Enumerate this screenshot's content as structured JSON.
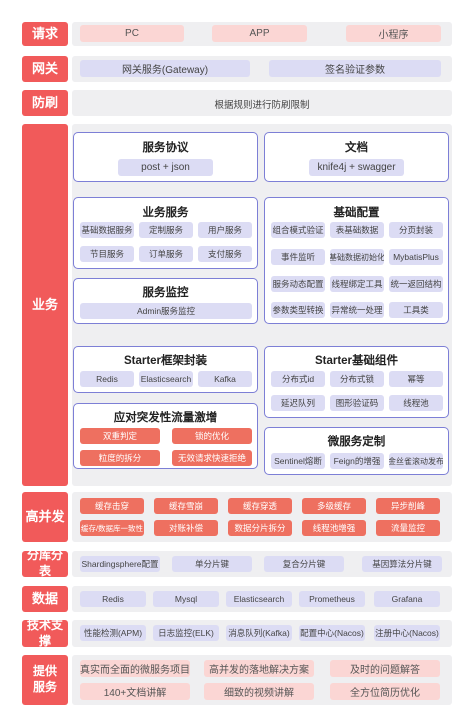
{
  "rows": {
    "request": {
      "label": "请求",
      "items": [
        "PC",
        "APP",
        "小程序"
      ]
    },
    "gateway": {
      "label": "网关",
      "items": [
        "网关服务(Gateway)",
        "签名验证参数"
      ]
    },
    "antibrush": {
      "label": "防刷",
      "text": "根据规则进行防刷限制"
    },
    "business": {
      "label": "业务",
      "service_protocol": {
        "title": "服务协议",
        "items": [
          "post + json"
        ]
      },
      "docs": {
        "title": "文档",
        "items": [
          "knife4j + swagger"
        ]
      },
      "business_service": {
        "title": "业务服务",
        "items": [
          "基础数据服务",
          "定制服务",
          "用户服务",
          "节目服务",
          "订单服务",
          "支付服务"
        ]
      },
      "service_monitor": {
        "title": "服务监控",
        "items": [
          "Admin服务监控"
        ]
      },
      "base_config": {
        "title": "基础配置",
        "items": [
          "组合模式验证",
          "表基础数据",
          "分页封装",
          "事件监听",
          "基础数据初始化",
          "MybatisPlus",
          "服务动态配置",
          "线程绑定工具",
          "统一返回结构",
          "参数类型转换",
          "异常统一处理",
          "工具类"
        ]
      },
      "starter_wrap": {
        "title": "Starter框架封装",
        "items": [
          "Redis",
          "Elasticsearch",
          "Kafka"
        ]
      },
      "starter_components": {
        "title": "Starter基础组件",
        "items": [
          "分布式id",
          "分布式锁",
          "幂等",
          "延迟队列",
          "图形验证码",
          "线程池"
        ]
      },
      "traffic": {
        "title": "应对突发性流量激增",
        "items": [
          "双重判定",
          "锁的优化",
          "粒度的拆分",
          "无效请求快速拒绝"
        ]
      },
      "microservice": {
        "title": "微服务定制",
        "items": [
          "Sentinel熔断",
          "Feign的增强",
          "金丝雀滚动发布"
        ]
      }
    },
    "concurrency": {
      "label": "高并发",
      "items": [
        "缓存击穿",
        "缓存雪崩",
        "缓存穿透",
        "多级缓存",
        "异步削峰",
        "缓存/数据库一致性",
        "对账补偿",
        "数据分片拆分",
        "线程池增强",
        "流量监控"
      ]
    },
    "sharding": {
      "label": "分库分表",
      "items": [
        "Shardingsphere配置",
        "单分片键",
        "复合分片键",
        "基因算法分片键"
      ]
    },
    "data": {
      "label": "数据",
      "items": [
        "Redis",
        "Mysql",
        "Elasticsearch",
        "Prometheus",
        "Grafana"
      ]
    },
    "tech": {
      "label": "技术支撑",
      "items": [
        "性能检测(APM)",
        "日志监控(ELK)",
        "消息队列(Kafka)",
        "配置中心(Nacos)",
        "注册中心(Nacos)"
      ]
    },
    "provide": {
      "label": "提供服务",
      "items": [
        "真实而全面的微服务项目",
        "高并发的落地解决方案",
        "及时的问题解答",
        "140+文档讲解",
        "细致的视频讲解",
        "全方位简历优化"
      ]
    }
  },
  "colors": {
    "label_red": "#f15a5a",
    "band_grey": "#efeff1",
    "chip_pink": "#fbd6d4",
    "chip_lavender": "#dcdcf4",
    "chip_red": "#ee7060",
    "card_border": "#7d7fd6"
  }
}
